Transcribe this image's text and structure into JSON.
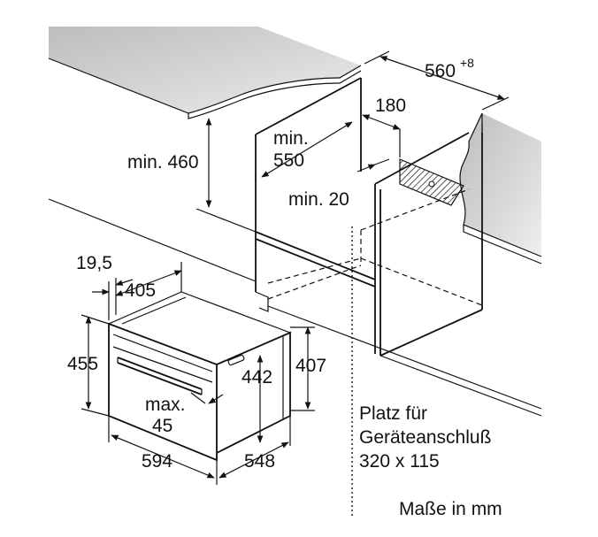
{
  "labels": {
    "niche_width": "560",
    "niche_width_tol": "+8",
    "rear_gap": "180",
    "min_depth_1": "min.",
    "min_depth_2": "550",
    "min_height": "min. 460",
    "min_gap": "min. 20",
    "front_offset": "19,5",
    "body_depth_top": "405",
    "front_height": "455",
    "inner_height": "442",
    "body_height": "407",
    "door_open_1": "max.",
    "door_open_2": "45",
    "front_width": "594",
    "body_depth": "548"
  },
  "notes": {
    "connection_line1": "Platz für",
    "connection_line2": "Geräteanschluß",
    "connection_line3": "320 x 115",
    "units": "Maße in mm"
  }
}
